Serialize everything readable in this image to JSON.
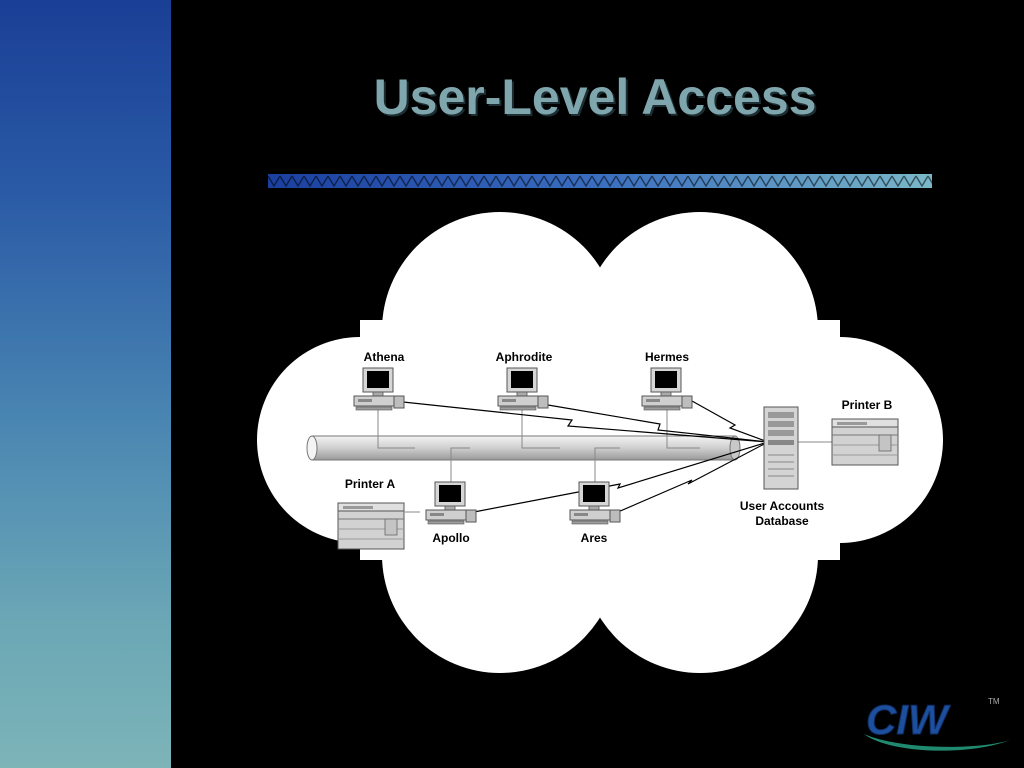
{
  "slide": {
    "title": "User-Level Access"
  },
  "diagram": {
    "computers": [
      "Athena",
      "Aphrodite",
      "Hermes",
      "Apollo",
      "Ares"
    ],
    "printers": [
      "Printer A",
      "Printer B"
    ],
    "server": {
      "line1": "User Accounts",
      "line2": "Database"
    }
  },
  "logo": {
    "text": "CIW",
    "mark": "TM"
  },
  "colors": {
    "title": "#7fa6ad",
    "sidebar_top": "#1a3f96",
    "sidebar_bottom": "#7cb4b8",
    "background": "#000000"
  }
}
